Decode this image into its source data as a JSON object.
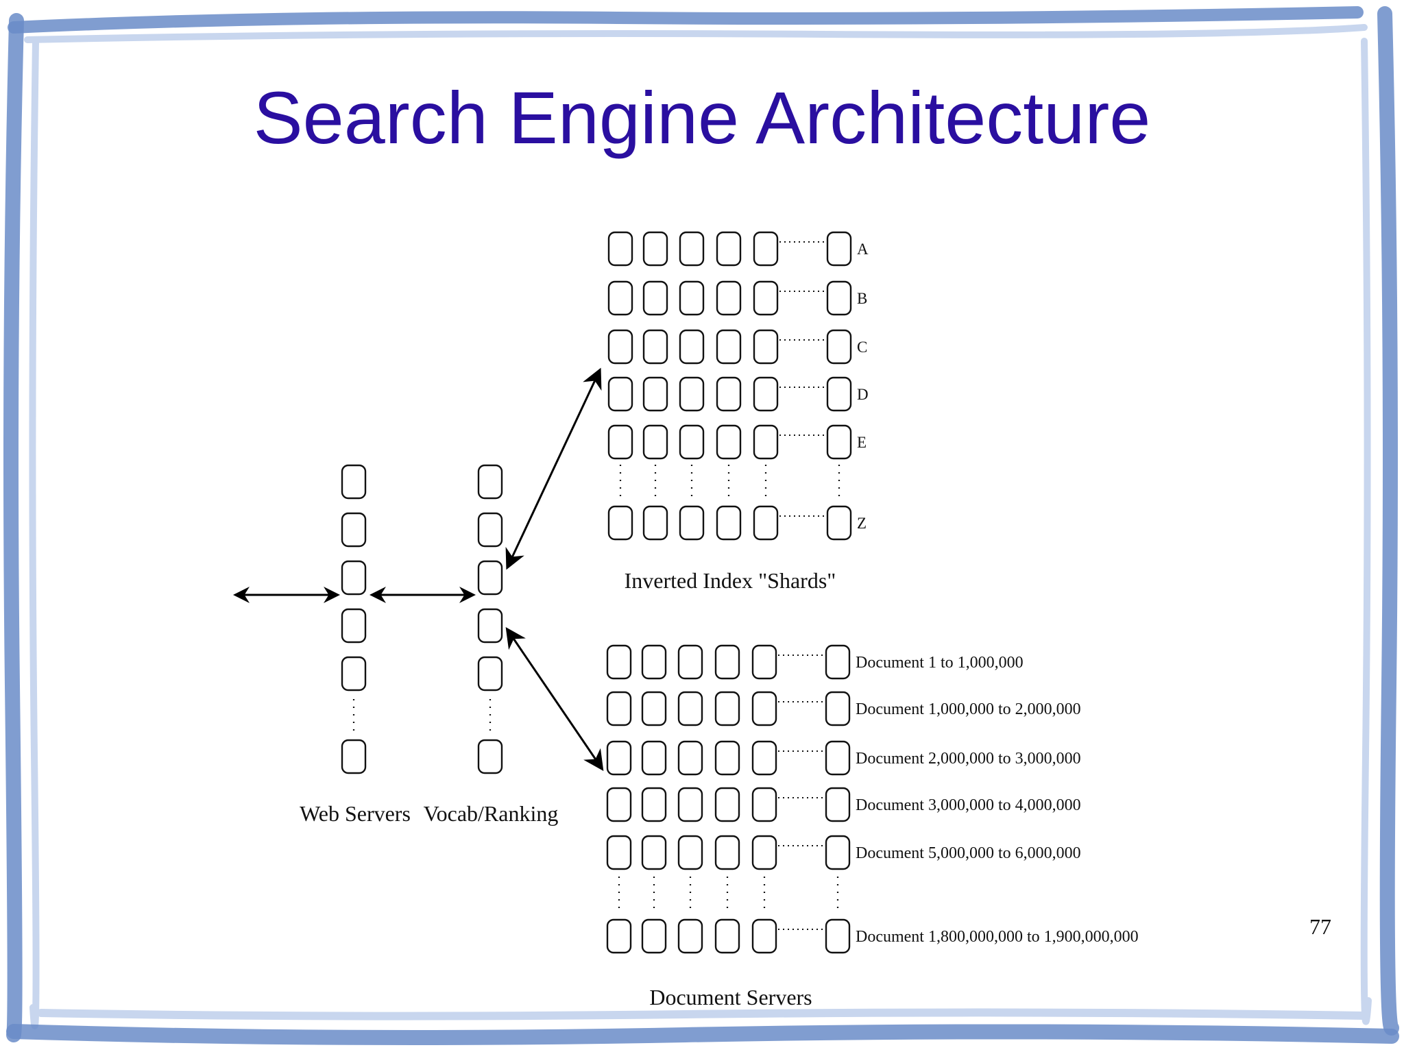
{
  "slide": {
    "title": "Search Engine Architecture",
    "page_number": "77",
    "colors": {
      "title": "#2a0fa0",
      "frame": "#6a8cc8",
      "frame_light": "#c8d6ee"
    }
  },
  "diagram": {
    "web_servers_label": "Web Servers",
    "vocab_ranking_label": "Vocab/Ranking",
    "index": {
      "label": "Inverted Index \"Shards\"",
      "rows": [
        "A",
        "B",
        "C",
        "D",
        "E",
        "Z"
      ]
    },
    "documents": {
      "label": "Document Servers",
      "rows": [
        "Document 1 to 1,000,000",
        "Document 1,000,000 to 2,000,000",
        "Document 2,000,000 to 3,000,000",
        "Document 3,000,000 to 4,000,000",
        "Document 5,000,000 to 6,000,000",
        "Document 1,800,000,000 to 1,900,000,000"
      ]
    }
  }
}
